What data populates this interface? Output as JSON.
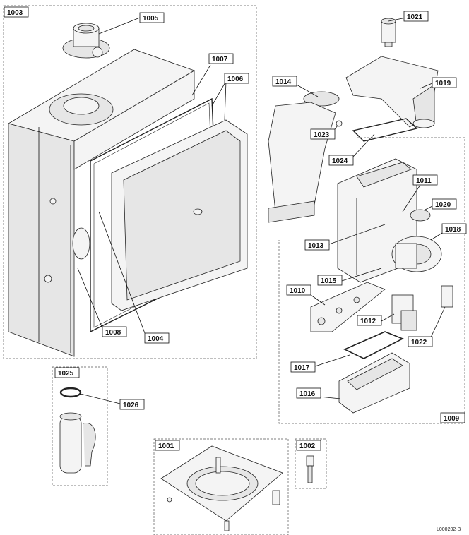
{
  "groups": {
    "g1003": "1003",
    "g1009": "1009",
    "g1025": "1025",
    "g1001": "1001",
    "g1002": "1002"
  },
  "labels": {
    "p1005": "1005",
    "p1007": "1007",
    "p1006": "1006",
    "p1008": "1008",
    "p1004": "1004",
    "p1021": "1021",
    "p1019": "1019",
    "p1014": "1014",
    "p1023": "1023",
    "p1024": "1024",
    "p1011": "1011",
    "p1020": "1020",
    "p1018": "1018",
    "p1013": "1013",
    "p1015": "1015",
    "p1010": "1010",
    "p1012": "1012",
    "p1022": "1022",
    "p1017": "1017",
    "p1016": "1016",
    "p1026": "1026"
  },
  "reference": "L000202-B"
}
